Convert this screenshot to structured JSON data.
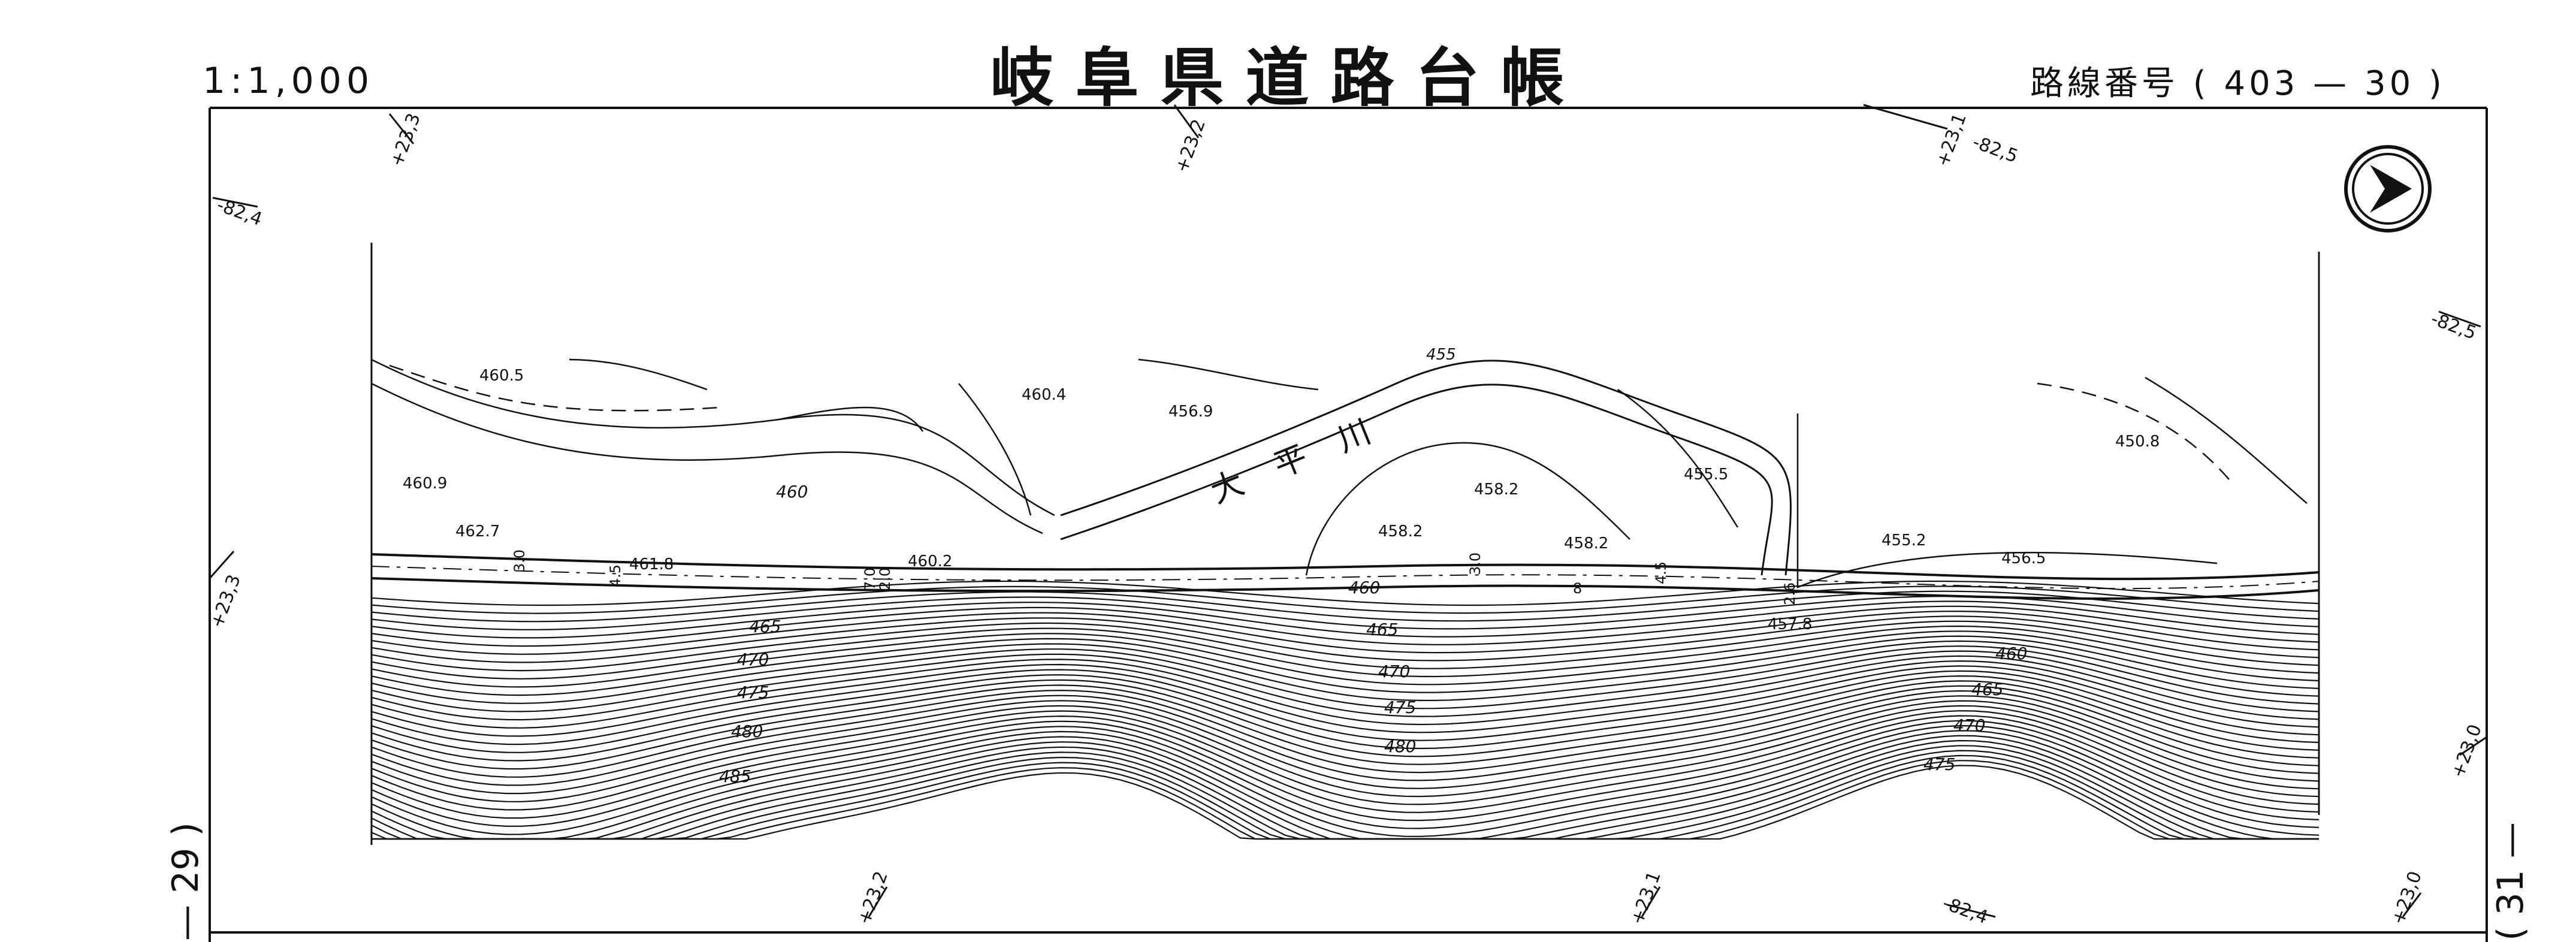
{
  "header": {
    "title": "岐阜県道路台帳",
    "scale": "1:1,000",
    "route": "路線番号 ( 403 — 30 )"
  },
  "side_labels": {
    "left_page": "— 29 )",
    "right_page": "( 31 —"
  },
  "grid_labels": {
    "top_a": "+23,3",
    "top_b": "+23,2",
    "top_c": "+23,1",
    "top_c2": "-82,5",
    "left_a": "-82,4",
    "left_b": "+23,3",
    "right_a": "-82,5",
    "right_b": "+23,0",
    "bottom_a": "+23,2",
    "bottom_b": "+23,1",
    "bottom_c": "-82,4",
    "bottom_d": "+23,0"
  },
  "elevations": {
    "e1": "460.5",
    "e2": "460.9",
    "e3": "462.7",
    "e4": "461.8",
    "e5": "460.4",
    "e6": "456.9",
    "e7": "460.2",
    "e8": "458.2",
    "e9": "458.2",
    "e10": "458.2",
    "e11": "455.5",
    "e12": "455.2",
    "e13": "456.5",
    "e14": "450.8",
    "e15": "457.8",
    "e16": "455"
  },
  "contours": {
    "c460a": "460",
    "c460b": "460",
    "c460c": "460",
    "c465a": "465",
    "c465b": "465",
    "c465c": "465",
    "c470a": "470",
    "c470b": "470",
    "c470c": "470",
    "c475a": "475",
    "c475b": "475",
    "c475c": "475",
    "c480a": "480",
    "c480b": "480",
    "c485": "485"
  },
  "road_marks": {
    "w1": "3.0",
    "w2": "4.5",
    "w3": "7.0",
    "w4": "2.0",
    "w5": "3.0",
    "w6": "4.5",
    "w7": "2.6",
    "w8": "8"
  },
  "river": {
    "name": "大平川"
  }
}
